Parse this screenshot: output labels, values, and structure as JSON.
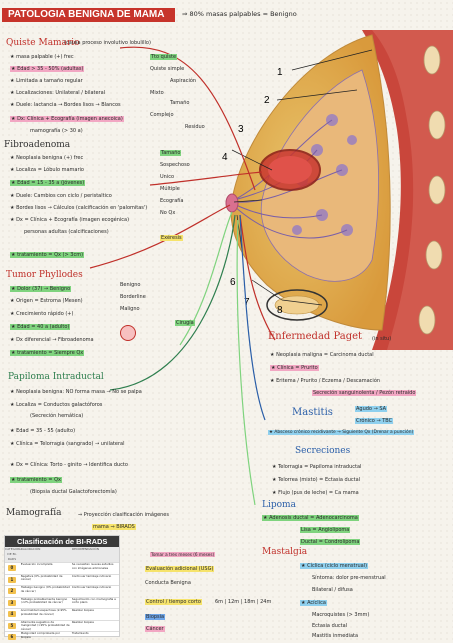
{
  "title": "PATOLOGIA BENIGNA DE MAMA",
  "header_note": "⇒ 80% masas palpables = Benigno",
  "quiste": {
    "heading": "Quiste Mamario",
    "heading_note": "(causa proceso involutivo lobulillo)",
    "lines": [
      "★ masa palpable (+) frec",
      "★ Edad > 35 - 50% (adultas)",
      "★ Limitada a tamaño regular",
      "★ Localizaciones: Unilateral / bilateral",
      "★ Duele: lactancia → Bordes lisos → Blancos",
      "★ Dx: Clínica + Ecografía (imagen anecoica)",
      "mamografía (> 30 a)"
    ],
    "right_notes": [
      "Tto quiste",
      "Quiste simple",
      "Aspiración",
      "Mixto",
      "Tamaño",
      "Complejo",
      "Residuo"
    ]
  },
  "fibroadenoma": {
    "heading": "Fibroadenoma",
    "lines": [
      "★ Neoplasia benigna (+) frec",
      "★ Localiza = Lóbulo mamario",
      "★ Edad = 15 - 35 a (jóvenes)",
      "★ Duele: Cambios con ciclo / peristaltico",
      "★ Bordes lisos → Cálculos (calcificación en 'palomitas')",
      "★ Dx = Clínica + Ecografía (imagen ecogénica)",
      "personas adultas (calcificaciones)",
      "★ tratamiento = Qx (> 3cm)"
    ],
    "right_notes": [
      "Tamaño",
      "Sospechoso",
      "Unico",
      "Múltiple",
      "Ecografía",
      "No Qx",
      "Exéresis"
    ]
  },
  "phyllodes": {
    "heading": "Tumor Phyllodes",
    "lines": [
      "★ Dolor (37) → Benigno",
      "★ Origen = Estroma (Mesen)",
      "★ Crecimiento rápido (+)",
      "★ Edad = 40 a (adulto)",
      "★ Dx diferencial → Fibroadenoma",
      "★ tratamiento = Siempre Qx"
    ],
    "right_notes": [
      "Benigno",
      "Borderline",
      "Maligno",
      "Cirugía"
    ]
  },
  "papiloma": {
    "heading": "Papiloma Intraductal",
    "lines": [
      "★ Neoplasia benigna: NO forma masa → No se palpa",
      "★ Localiza = Conductos galactóforos",
      "(Secreción hemática)",
      "★ Edad = 35 - 55 (adulto)",
      "★ Clínica = Telorragia (sangrado) → unilateral",
      "★ Dx = Clínica: Torto - ginito → Identifica ducto",
      "★ tratamiento = Qx",
      "(Biopsia ductal Galactoforectomía)"
    ]
  },
  "paget": {
    "heading": "Enfermedad Paget",
    "heading_note": "(in situ)",
    "lines": [
      "★ Neoplasia maligna = Carcinoma ductal",
      "★ Clínica = Prurito",
      "★ Eritema / Prurito / Eczema / Descamación",
      "Secreción sanguinolenta / Pezón retraído"
    ]
  },
  "mastitis": {
    "heading": "Mastitis",
    "lines": [
      "Agudo → SA",
      "Crónico → TBC",
      "★ Absceso crónico recidivante → Siguiente Qx (Drenar a punción)"
    ]
  },
  "secreciones": {
    "heading": "Secreciones",
    "lines": [
      "★ Telorragia = Papiloma intraductal",
      "★ Telorrea (mixto) = Ectasia ductal",
      "★ Flujo (pus de leche) = Ca mama"
    ]
  },
  "lipoma": {
    "heading": "Lipoma",
    "lines": [
      "★ Adenosis ductal = Adenocarcinoma",
      "Lisa = Angiolipoma",
      "Ductal = Condrolipoma"
    ]
  },
  "mamografia": {
    "heading": "Mamografía",
    "line1": "⇒ Proyección clasificación imágenes",
    "line2": "mama ⇒ BIRADS"
  },
  "mastalgia": {
    "heading": "Mastalgia",
    "lines": [
      "★ Cíclica (ciclo menstrual)",
      "Síntoma: dolor pre-menstrual",
      "Bilateral / difusa",
      "★ Acíclica",
      "Macroquistes (> 3mm)",
      "Ectasia ductal",
      "Mastitis inmediata"
    ]
  },
  "birads": {
    "title": "Clasificación de BI-RADS",
    "columns": [
      "CATEGORÍA DE BI-RADS",
      "VALORACIÓN",
      "RECOMENDACIÓN"
    ],
    "rows": [
      {
        "cat": "0",
        "val": "Evaluación incompleta",
        "rec": "Se necesitan nuevas estudios con imágenes adicionales"
      },
      {
        "cat": "1",
        "val": "Negativa (0% probabilidad de cáncer)",
        "rec": "Continuar tamizaje rutinario"
      },
      {
        "cat": "2",
        "val": "Hallazgo benigno (0% probabilidad de cáncer)",
        "rec": "Continuar tamizaje rutinario"
      },
      {
        "cat": "3",
        "val": "Hallazgo probablemente benigno (<2% probabilidad de cáncer)",
        "rec": "Seguimiento con mamografía a corto plazo"
      },
      {
        "cat": "4",
        "val": "Anormalidad sospechosa (2-95% probabilidad de cáncer)",
        "rec": "Realizar biopsia"
      },
      {
        "cat": "5",
        "val": "Altamente sugestivo de malignidad (>95% probabilidad de cáncer)",
        "rec": "Realizar biopsia"
      },
      {
        "cat": "6",
        "val": "Malignidad comprobada por biopsia",
        "rec": "Tratamiento"
      }
    ],
    "notes": [
      "Tomar a tres meses (6 meses)",
      "Evaluación adicional (USG)",
      "Conducta Benigna",
      "Control / tiempo corto",
      "6m | 12m | 18m | 24m",
      "Biopsia",
      "Cáncer"
    ]
  },
  "diagram_numbers": [
    "1",
    "2",
    "3",
    "4",
    "5",
    "6",
    "7",
    "8"
  ],
  "colors": {
    "accent_red": "#c7342b",
    "green_hl": "#7fd37e",
    "pink_hl": "#f2a7c3",
    "blue_ink": "#2a5ea8"
  }
}
